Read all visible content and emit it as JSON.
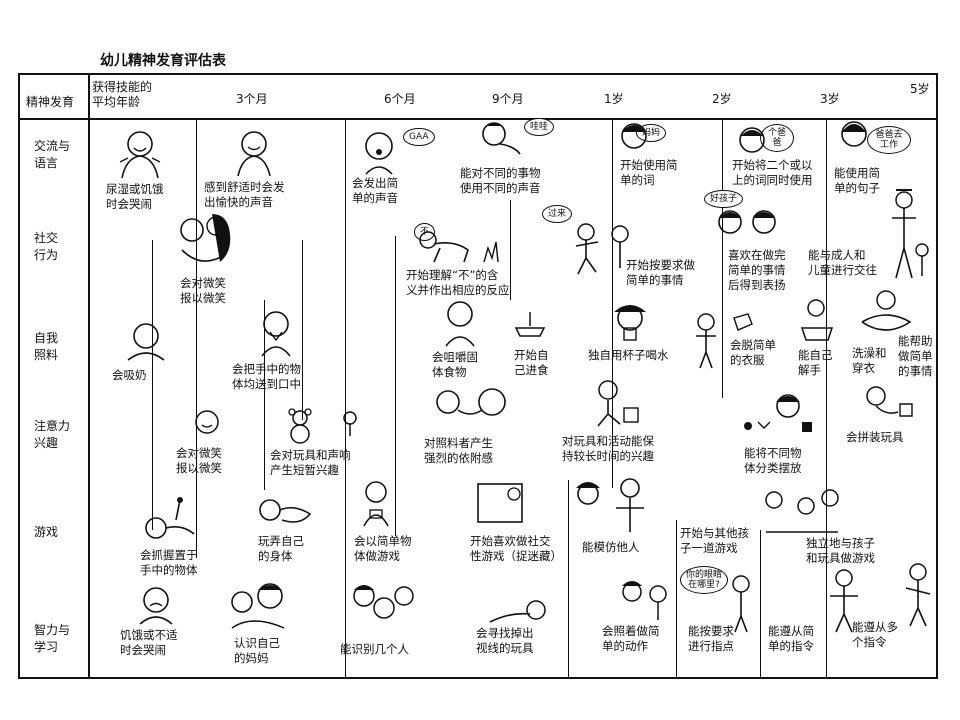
{
  "title": "幼儿精神发育评估表",
  "header": {
    "label": "精神发育",
    "age_first": [
      "获得技能的",
      "平均年龄"
    ],
    "ages": [
      "3个月",
      "6个月",
      "9个月",
      "1岁",
      "2岁",
      "3岁",
      "5岁"
    ]
  },
  "rows": [
    {
      "l1": "交流与",
      "l2": "语言"
    },
    {
      "l1": "社交",
      "l2": "行为"
    },
    {
      "l1": "自我",
      "l2": "照料"
    },
    {
      "l1": "注意力",
      "l2": "兴趣"
    },
    {
      "l1": "游戏",
      "l2": ""
    },
    {
      "l1": "智力与",
      "l2": "学习"
    }
  ],
  "bubbles": [
    "GAA",
    "哇哇",
    "妈妈",
    "个爸爸",
    "爸爸去工作",
    "不",
    "过来",
    "好孩子",
    "你的眼睛在哪里?"
  ],
  "captions": {
    "c1": "尿湿或饥饿",
    "c2": "时会哭闹",
    "c3": "感到舒适时会发",
    "c4": "出愉快的声音",
    "c5": "会发出简",
    "c6": "单的声音",
    "c7": "能对不同的事物",
    "c8": "使用不同的声音",
    "c9": "开始使用简",
    "c10": "单的词",
    "c11": "开始将二个或以",
    "c12": "上的词同时使用",
    "c13": "能使用简",
    "c14": "单的句子",
    "s1": "会对微笑",
    "s2": "报以微笑",
    "s3": "开始理解“不”的含",
    "s4": "义并作出相应的反应",
    "s5": "开始按要求做",
    "s6": "简单的事情",
    "s7": "喜欢在做完",
    "s8": "简单的事情",
    "s9": "后得到表扬",
    "s10": "能与成人和",
    "s11": "儿童进行交往",
    "z1": "会吸奶",
    "z2": "会把手中的物",
    "z3": "体均送到口中",
    "z4": "会咀嚼固",
    "z5": "体食物",
    "z6": "开始自",
    "z7": "己进食",
    "z8": "独自用杯子喝水",
    "z9": "会脱简单",
    "z10": "的衣服",
    "z11": "能自己",
    "z12": "解手",
    "z13": "洗澡和",
    "z14": "穿衣",
    "z15": "能帮助",
    "z16": "做简单",
    "z17": "的事情",
    "a1": "会对微笑",
    "a2": "报以微笑",
    "a3": "会对玩具和声响",
    "a4": "产生短暂兴趣",
    "a5": "对照料者产生",
    "a6": "强烈的依附感",
    "a7": "对玩具和活动能保",
    "a8": "持较长时间的兴趣",
    "a9": "能将不同物",
    "a10": "体分类摆放",
    "a11": "会拼装玩具",
    "g1": "会抓握置于",
    "g2": "手中的物体",
    "g3": "玩弄自己",
    "g4": "的身体",
    "g5": "会以简单物",
    "g6": "体做游戏",
    "g7": "开始喜欢做社交",
    "g8": "性游戏（捉迷藏）",
    "g9": "能模仿他人",
    "g10": "开始与其他孩",
    "g11": "子一道游戏",
    "g12": "独立地与孩子",
    "g13": "和玩具做游戏",
    "i1": "饥饿或不适",
    "i2": "时会哭闹",
    "i3": "认识自己",
    "i4": "的妈妈",
    "i5": "能识别几个人",
    "i6": "会寻找掉出",
    "i7": "视线的玩具",
    "i8": "会照着做简",
    "i9": "单的动作",
    "i10": "能按要求",
    "i11": "进行指点",
    "i12": "能遵从简",
    "i13": "单的指令",
    "i14": "能遵从多",
    "i15": "个指令"
  }
}
